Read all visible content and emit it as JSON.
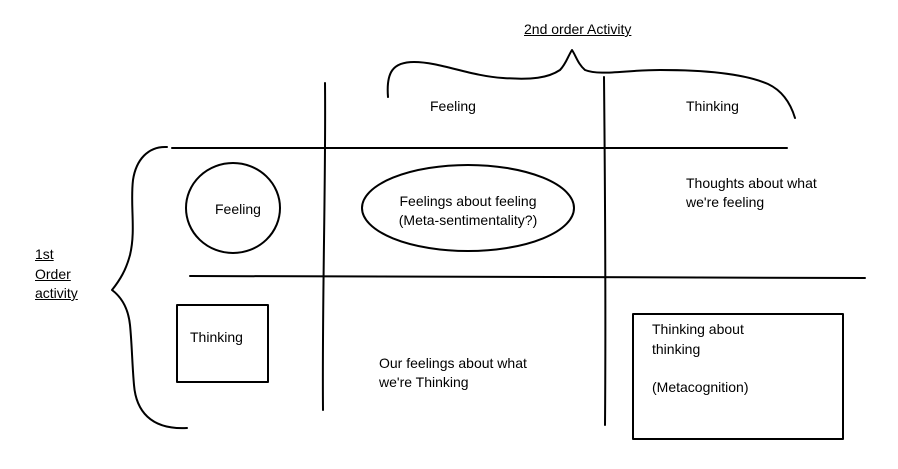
{
  "diagram": {
    "top_brace_label": "2nd order Activity",
    "left_brace_label": [
      "1st",
      "Order",
      "activity"
    ],
    "column_headers": {
      "feeling": "Feeling",
      "thinking": "Thinking"
    },
    "row_headers": {
      "feeling": "Feeling",
      "thinking": "Thinking"
    },
    "cells": {
      "feeling_feeling": [
        "Feelings about feeling",
        "(Meta-sentimentality?)"
      ],
      "thinking_feeling": [
        "Thoughts about what",
        "we're feeling"
      ],
      "feeling_thinking": [
        "Our feelings about what",
        "we're Thinking"
      ],
      "thinking_thinking": [
        "Thinking about",
        "thinking",
        "(Metacognition)"
      ]
    },
    "colors": {
      "ink": "#000000",
      "background": "#ffffff"
    }
  }
}
